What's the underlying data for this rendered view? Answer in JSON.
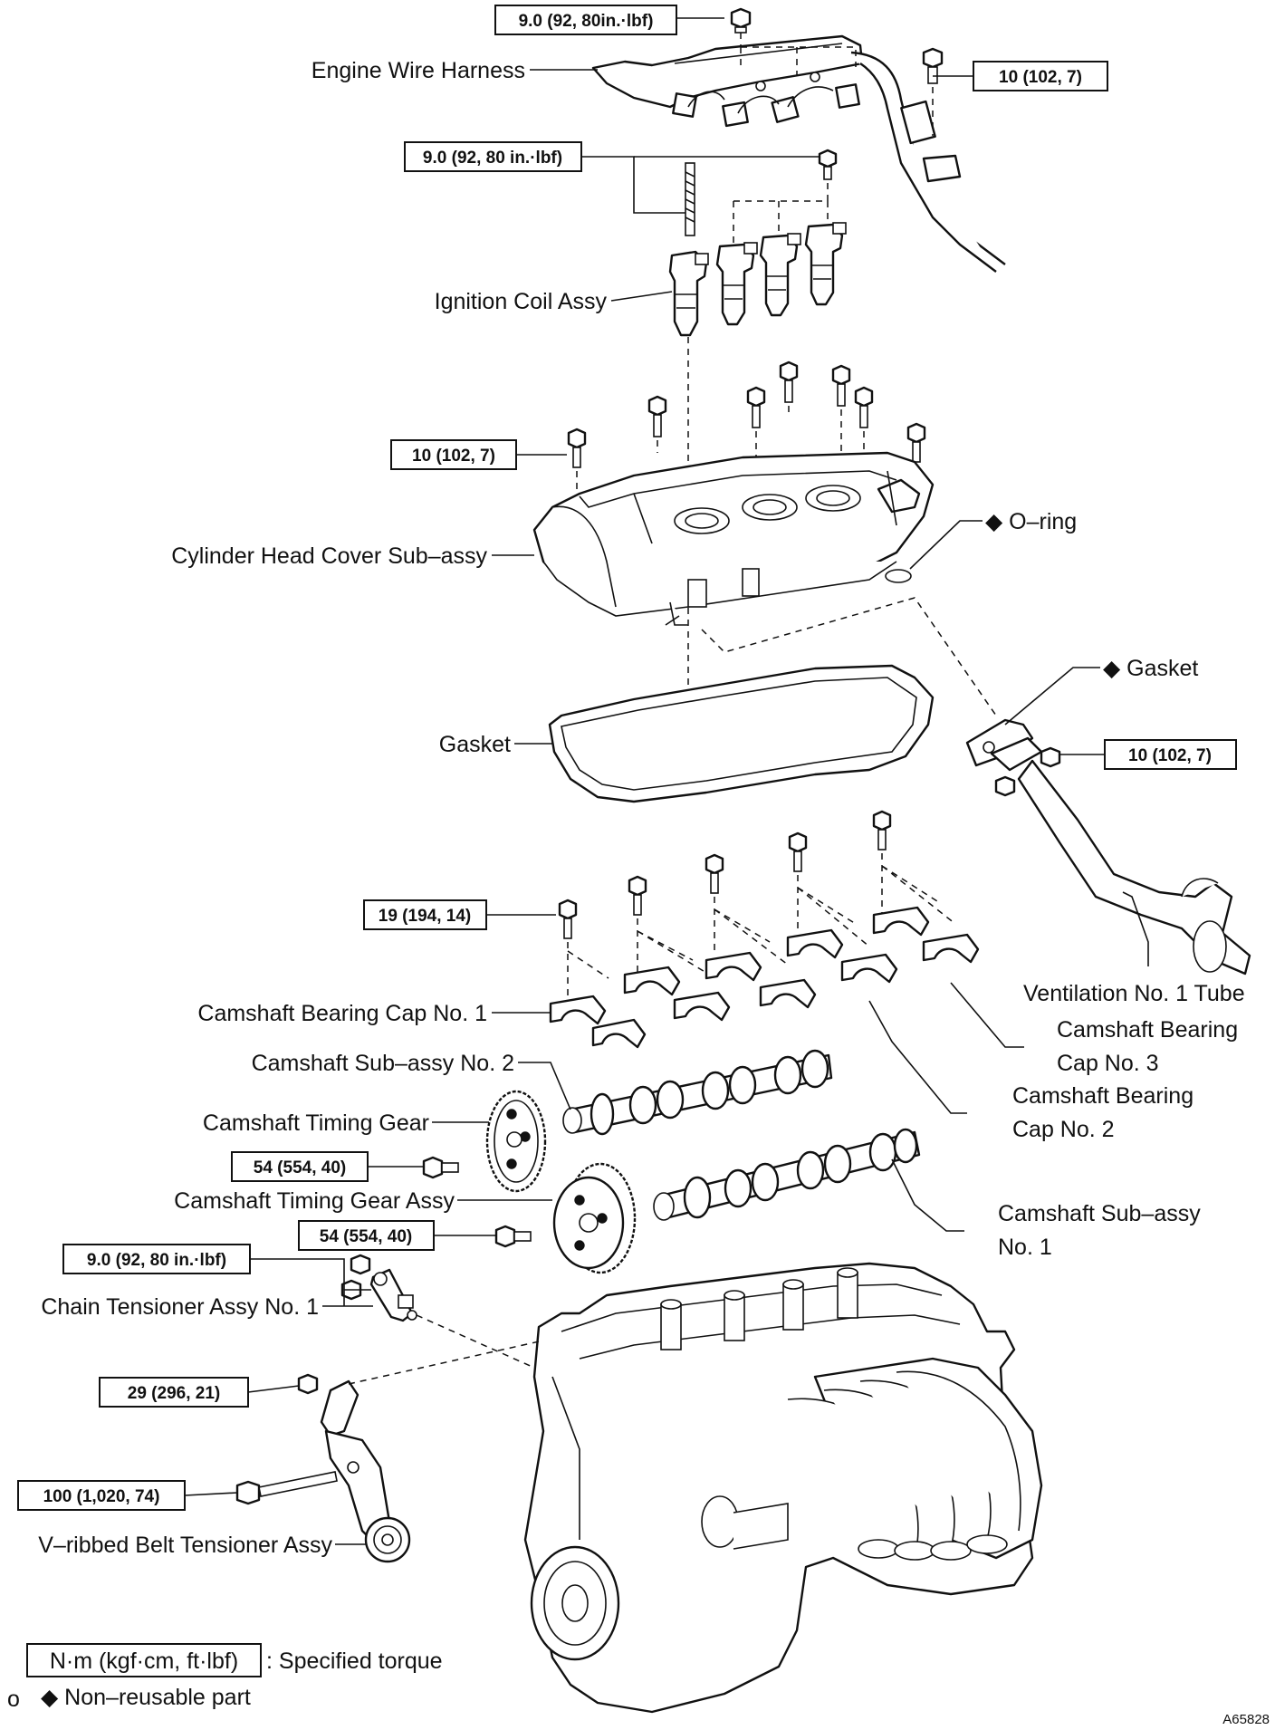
{
  "figure_code": "A65828",
  "labels": {
    "engine_wire_harness": "Engine Wire Harness",
    "ignition_coil_assy": "Ignition Coil Assy",
    "cylinder_head_cover": "Cylinder Head Cover Sub–assy",
    "o_ring": "◆ O–ring",
    "gasket_tube": "◆ Gasket",
    "gasket_cover": "Gasket",
    "ventilation_tube": "Ventilation No. 1 Tube",
    "bearing_cap_1": "Camshaft Bearing Cap No. 1",
    "bearing_cap_3_line1": "Camshaft Bearing",
    "bearing_cap_3_line2": "Cap No. 3",
    "camshaft_2": "Camshaft Sub–assy No. 2",
    "bearing_cap_2_line1": "Camshaft Bearing",
    "bearing_cap_2_line2": "Cap No. 2",
    "timing_gear": "Camshaft Timing Gear",
    "timing_gear_assy": "Camshaft Timing Gear Assy",
    "camshaft_1_line1": "Camshaft Sub–assy",
    "camshaft_1_line2": "No. 1",
    "chain_tensioner": "Chain Tensioner Assy No. 1",
    "belt_tensioner": "V–ribbed Belt Tensioner Assy"
  },
  "torques": {
    "harness_top": "9.0 (92, 80in.·lbf)",
    "harness_right": "10 (102, 7)",
    "coil": "9.0 (92, 80 in.·lbf)",
    "cover": "10 (102, 7)",
    "tube": "10 (102, 7)",
    "bearing_cap": "19 (194, 14)",
    "timing_gear": "54 (554, 40)",
    "timing_gear_assy": "54 (554, 40)",
    "chain_tensioner": "9.0 (92, 80 in.·lbf)",
    "idler": "29 (296, 21)",
    "belt_tensioner": "100 (1,020, 74)"
  },
  "legend": {
    "unit_box": "N·m (kgf·cm, ft·lbf)",
    "unit_text": ": Specified torque",
    "bullet": "o",
    "nonreusable": "◆ Non–reusable part"
  }
}
